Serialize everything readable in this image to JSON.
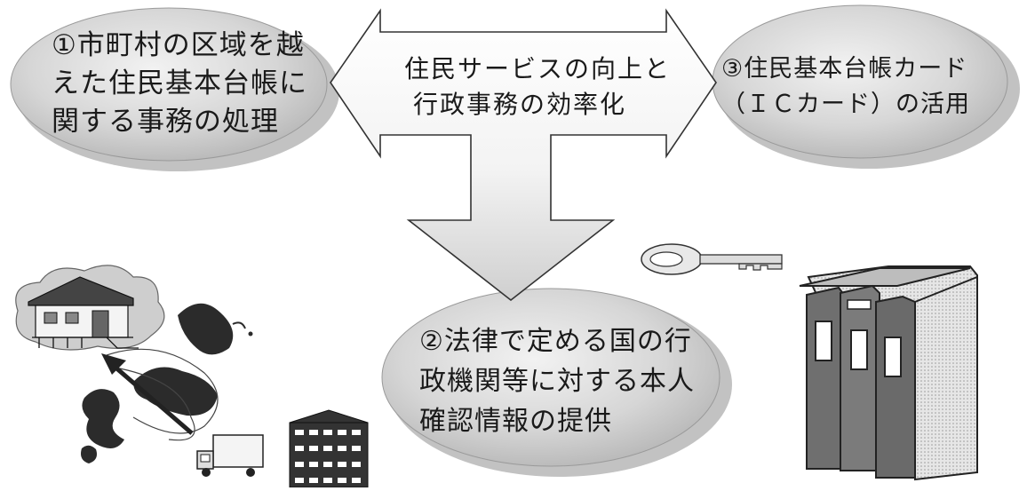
{
  "center": {
    "line1": "住民サービスの向上と",
    "line2": "行政事務の効率化"
  },
  "item1": {
    "line1": "①市町村の区域を越",
    "line2": "えた住民基本台帳に",
    "line3": "関する事務の処理"
  },
  "item2": {
    "line1": "②法律で定める国の行",
    "line2": "政機関等に対する本人",
    "line3": "確認情報の提供"
  },
  "item3": {
    "line1": "③住民基本台帳カード",
    "line2": "（ＩＣカード）の活用"
  },
  "illustrations": {
    "left": [
      "house-icon",
      "japan-map-icon",
      "arrow-icon",
      "truck-icon",
      "apartment-building-icon"
    ],
    "right": [
      "key-icon",
      "ledger-binders-icon"
    ]
  },
  "colors": {
    "oval_fill": "#cfcfcf",
    "oval_shadow": "#9a9a9a",
    "arrow_stroke": "#333333",
    "arrow_fill_top": "#ffffff",
    "arrow_fill_bottom": "#d9d9d9"
  }
}
